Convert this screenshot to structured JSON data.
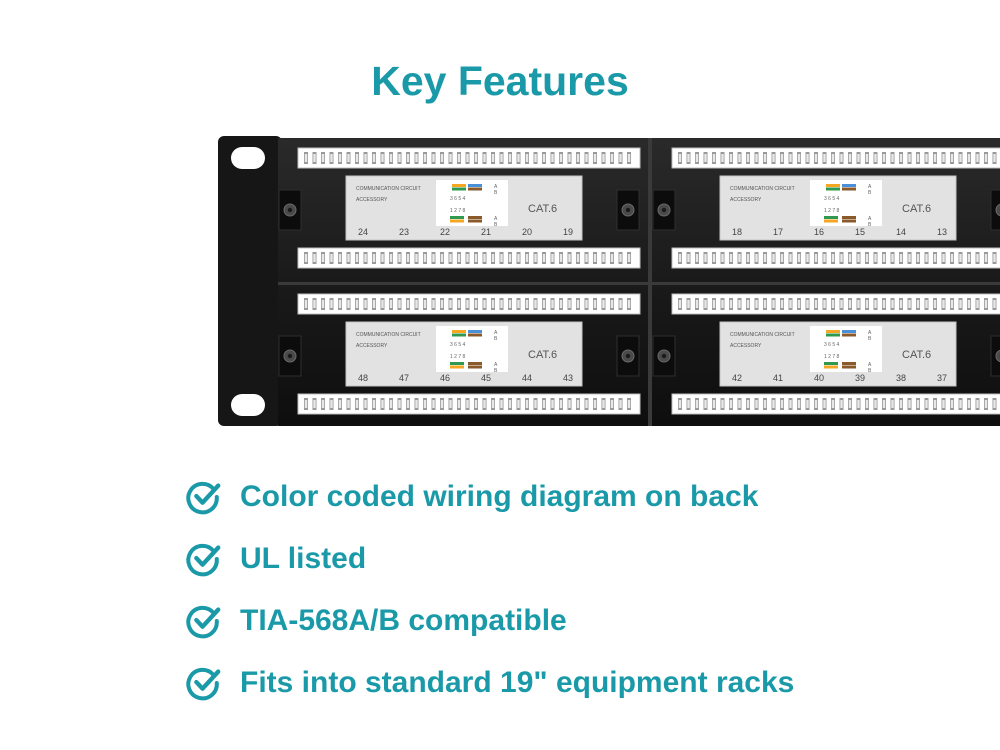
{
  "title": "Key Features",
  "accent_color": "#1a9aa8",
  "panel": {
    "label_line1": "COMMUNICATION CIRCUIT",
    "label_line2": "ACCESSORY",
    "category": "CAT.6",
    "modules": [
      {
        "ports": [
          "24",
          "23",
          "22",
          "21",
          "20",
          "19"
        ]
      },
      {
        "ports": [
          "18",
          "17",
          "16",
          "15",
          "14",
          "13"
        ]
      },
      {
        "ports": [
          "48",
          "47",
          "46",
          "45",
          "44",
          "43"
        ]
      },
      {
        "ports": [
          "42",
          "41",
          "40",
          "39",
          "38",
          "37"
        ]
      }
    ]
  },
  "features": [
    {
      "icon": "check-circle-icon",
      "text": "Color coded wiring diagram on back"
    },
    {
      "icon": "check-circle-icon",
      "text": "UL listed"
    },
    {
      "icon": "check-circle-icon",
      "text": "TIA-568A/B compatible"
    },
    {
      "icon": "check-circle-icon",
      "text": "Fits into standard 19\" equipment racks"
    }
  ]
}
